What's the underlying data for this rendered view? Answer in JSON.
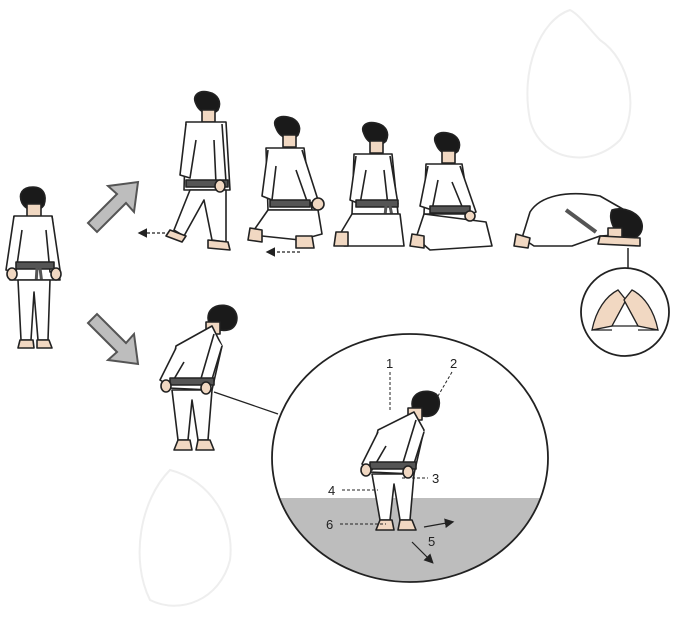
{
  "figure": {
    "type": "judo-bow-sequence",
    "palette": {
      "gi": "#ffffff",
      "outline": "#222222",
      "hair": "#1a1a1a",
      "belt": "#555555",
      "skin": "#f1d8c2",
      "arrow": "#bdbdbd",
      "mat": "#bdbdbd"
    },
    "kneeling_sequence": [
      "standing-step",
      "kneel-one-knee",
      "kneel-both-knees",
      "seated-seiza",
      "kneeling-bow"
    ],
    "standing_sequence": [
      "standing-upright",
      "standing-bow"
    ],
    "hand_detail": "hands-triangle-icon"
  },
  "callout": {
    "labels": [
      {
        "id": "1",
        "text": "1"
      },
      {
        "id": "2",
        "text": "2"
      },
      {
        "id": "3",
        "text": "3"
      },
      {
        "id": "4",
        "text": "4"
      },
      {
        "id": "5",
        "text": "5"
      },
      {
        "id": "6",
        "text": "6"
      }
    ]
  }
}
